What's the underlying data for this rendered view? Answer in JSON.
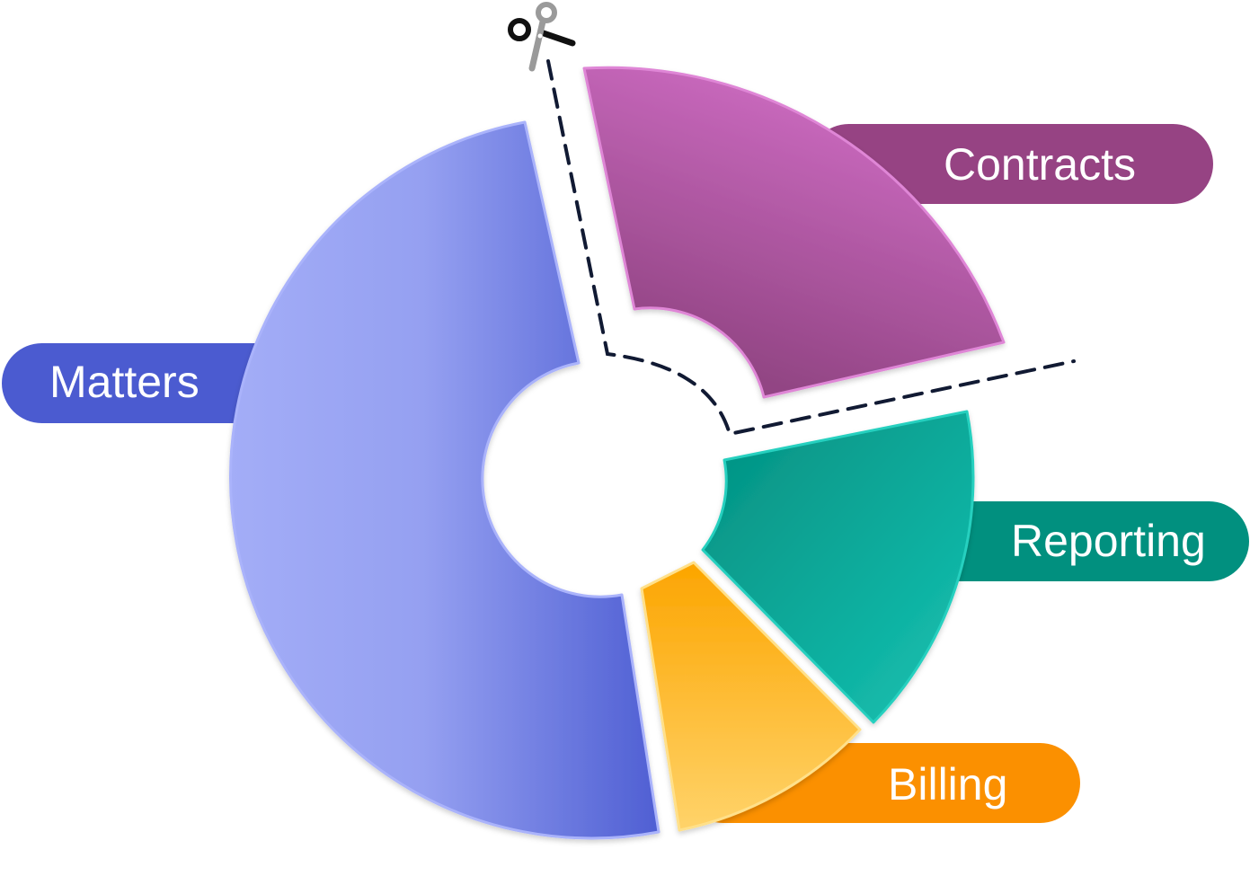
{
  "segments": [
    {
      "id": "matters",
      "label": "Matters",
      "share": 0.49,
      "pill_color": "#4b5bd0",
      "gradient": [
        "#a3adf7",
        "#4f5fd3"
      ]
    },
    {
      "id": "contracts",
      "label": "Contracts",
      "share": 0.22,
      "pill_color": "#964383",
      "gradient": [
        "#d974cf",
        "#924584"
      ]
    },
    {
      "id": "reporting",
      "label": "Reporting",
      "share": 0.17,
      "pill_color": "#01907f",
      "gradient": [
        "#17c2b2",
        "#028f80"
      ]
    },
    {
      "id": "billing",
      "label": "Billing",
      "share": 0.12,
      "pill_color": "#fb9000",
      "gradient": [
        "#ffd46c",
        "#fda500"
      ]
    }
  ],
  "cut_marker": {
    "icon": "scissors-icon",
    "line_color": "#111a33",
    "cut_segment": "contracts"
  }
}
